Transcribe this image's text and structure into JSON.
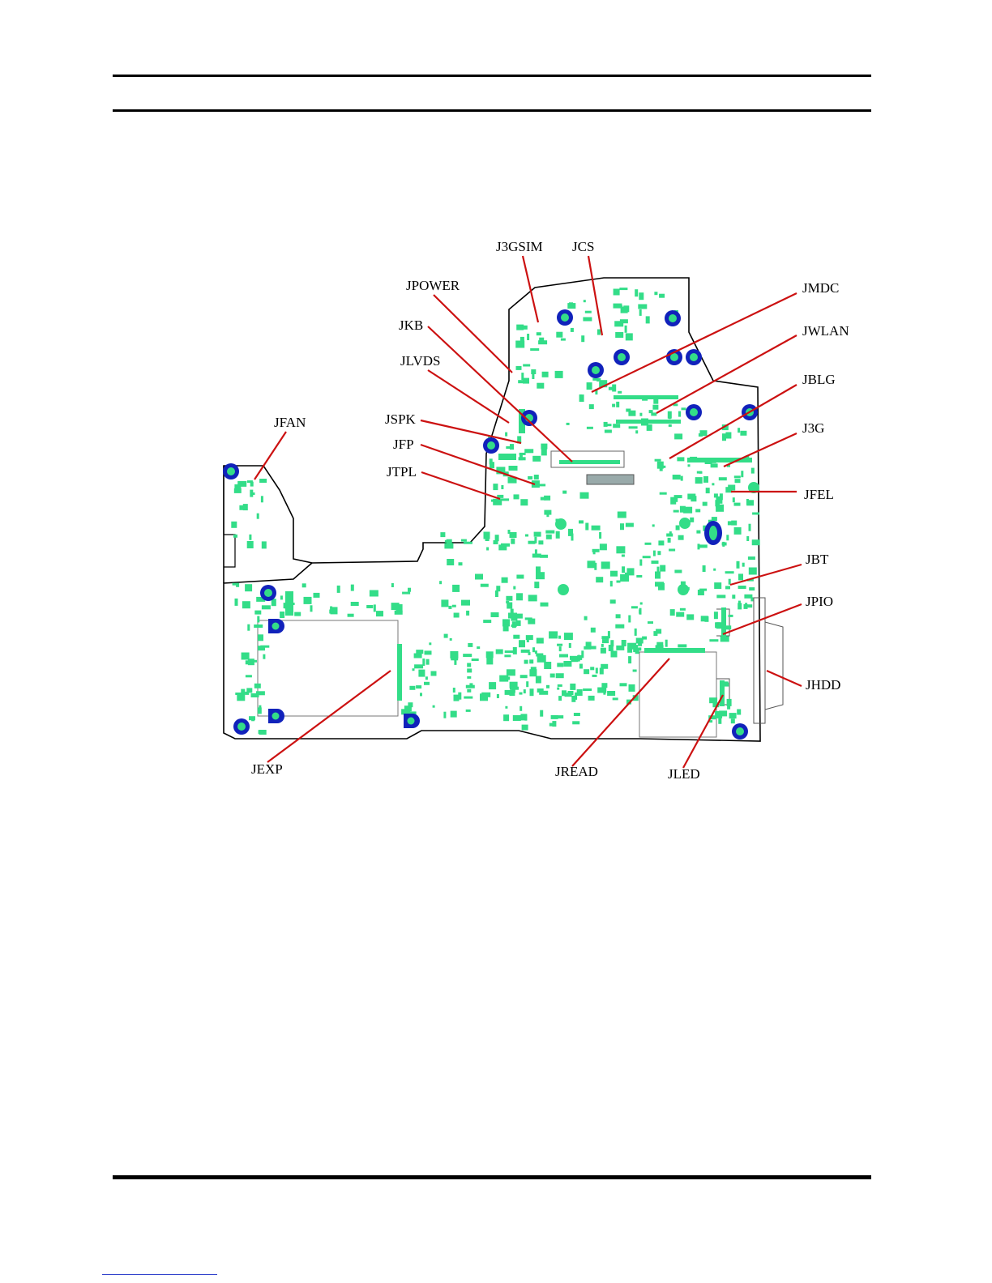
{
  "diagram": {
    "labels": [
      {
        "id": "J3GSIM",
        "text": "J3GSIM"
      },
      {
        "id": "JCS",
        "text": "JCS"
      },
      {
        "id": "JPOWER",
        "text": "JPOWER"
      },
      {
        "id": "JMDC",
        "text": "JMDC"
      },
      {
        "id": "JKB",
        "text": "JKB"
      },
      {
        "id": "JWLAN",
        "text": "JWLAN"
      },
      {
        "id": "JLVDS",
        "text": "JLVDS"
      },
      {
        "id": "JBLG",
        "text": "JBLG"
      },
      {
        "id": "JFAN",
        "text": "JFAN"
      },
      {
        "id": "JSPK",
        "text": "JSPK"
      },
      {
        "id": "J3G",
        "text": "J3G"
      },
      {
        "id": "JFP",
        "text": "JFP"
      },
      {
        "id": "JTPL",
        "text": "JTPL"
      },
      {
        "id": "JFEL",
        "text": "JFEL"
      },
      {
        "id": "JBT",
        "text": "JBT"
      },
      {
        "id": "JPIO",
        "text": "JPIO"
      },
      {
        "id": "JHDD",
        "text": "JHDD"
      },
      {
        "id": "JEXP",
        "text": "JEXP"
      },
      {
        "id": "JREAD",
        "text": "JREAD"
      },
      {
        "id": "JLED",
        "text": "JLED"
      }
    ],
    "colors": {
      "leader": "#cc1111",
      "component": "#33dd88",
      "mount_hole": "#1122bb",
      "outline": "#000000"
    }
  }
}
